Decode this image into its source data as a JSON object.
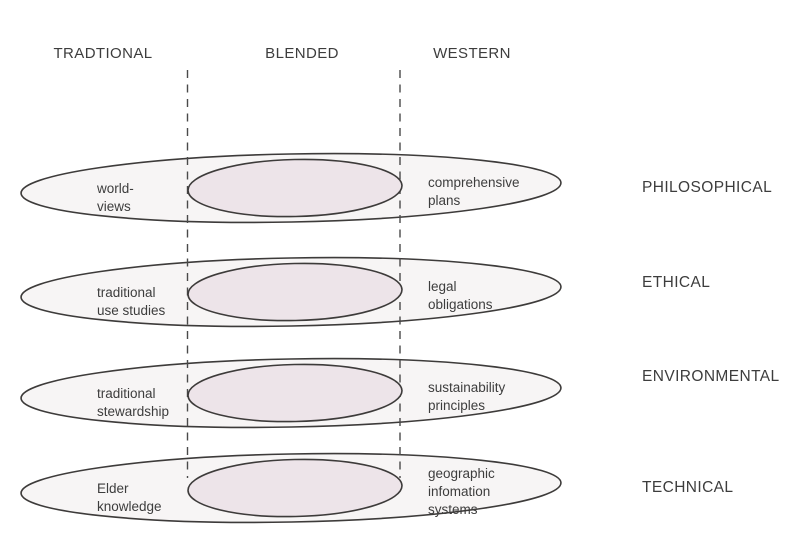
{
  "columns": [
    {
      "label": "TRADTIONAL"
    },
    {
      "label": "BLENDED"
    },
    {
      "label": "WESTERN"
    }
  ],
  "rows": [
    {
      "category": "PHILOSOPHICAL",
      "left": "world-\nviews",
      "right": "comprehensive\nplans"
    },
    {
      "category": "ETHICAL",
      "left": "traditional\nuse studies",
      "right": "legal\nobligations"
    },
    {
      "category": "ENVIRONMENTAL",
      "left": "traditional\nstewardship",
      "right": "sustainability\nprinciples"
    },
    {
      "category": "TECHNICAL",
      "left": "Elder\nknowledge",
      "right": "geographic\ninfomation\nsystems"
    }
  ],
  "colors": {
    "outer_fill": "#f7f5f5",
    "inner_fill": "#ede4e9",
    "ellipse_stroke": "#3d3b3a",
    "divider": "#4a4a4a",
    "text": "#3d3d3d"
  }
}
